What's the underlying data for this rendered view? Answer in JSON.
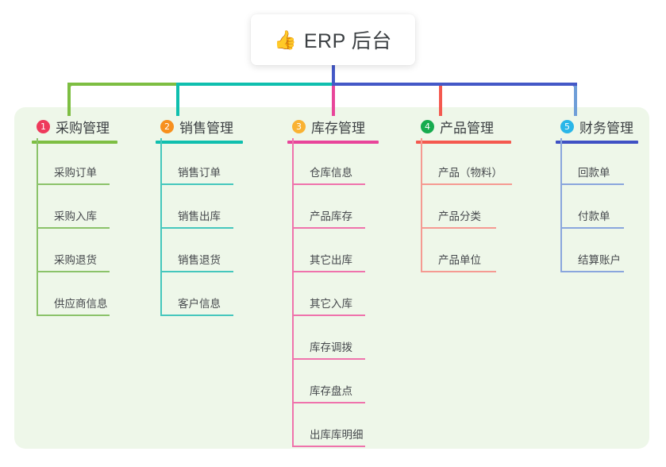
{
  "root": {
    "icon": "thumbs-up-icon",
    "icon_glyph": "👍",
    "title": "ERP 后台"
  },
  "theme": {
    "panel_bg": "#eef7e9",
    "page_bg": "#ffffff",
    "text": "#3c4043",
    "root_stem": "#4458c7"
  },
  "bus": {
    "green": "#7dbe42",
    "teal": "#0fbfae",
    "blue": "#4458c7"
  },
  "columns": [
    {
      "number": "1",
      "label": "采购管理",
      "badge_color": "#ee3a5b",
      "rule_color": "#7dbe42",
      "drop_color": "#7dbe42",
      "leaf_color": "#8bc36a",
      "items": [
        {
          "label": "采购订单"
        },
        {
          "label": "采购入库"
        },
        {
          "label": "采购退货"
        },
        {
          "label": "供应商信息"
        }
      ]
    },
    {
      "number": "2",
      "label": "销售管理",
      "badge_color": "#f7901e",
      "rule_color": "#0fbfae",
      "drop_color": "#0fbfae",
      "leaf_color": "#45c7bd",
      "items": [
        {
          "label": "销售订单"
        },
        {
          "label": "销售出库"
        },
        {
          "label": "销售退货"
        },
        {
          "label": "客户信息"
        }
      ]
    },
    {
      "number": "3",
      "label": "库存管理",
      "badge_color": "#f9b233",
      "rule_color": "#e8459a",
      "drop_color": "#e8459a",
      "leaf_color": "#ef73ac",
      "items": [
        {
          "label": "仓库信息"
        },
        {
          "label": "产品库存"
        },
        {
          "label": "其它出库"
        },
        {
          "label": "其它入库"
        },
        {
          "label": "库存调拨"
        },
        {
          "label": "库存盘点"
        },
        {
          "label": "出库库明细"
        }
      ]
    },
    {
      "number": "4",
      "label": "产品管理",
      "badge_color": "#17ab4f",
      "rule_color": "#f4594f",
      "drop_color": "#f4594f",
      "leaf_color": "#f59a92",
      "items": [
        {
          "label": "产品（物料）"
        },
        {
          "label": "产品分类"
        },
        {
          "label": "产品单位"
        }
      ]
    },
    {
      "number": "5",
      "label": "财务管理",
      "badge_color": "#29b6e8",
      "rule_color": "#3f51c4",
      "drop_color": "#6f9ed8",
      "leaf_color": "#8aa6dd",
      "items": [
        {
          "label": "回款单"
        },
        {
          "label": "付款单"
        },
        {
          "label": "结算账户"
        }
      ]
    }
  ]
}
